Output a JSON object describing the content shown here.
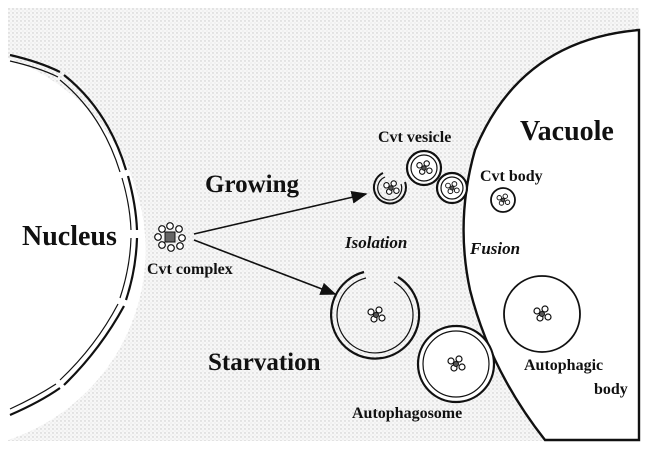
{
  "labels": {
    "nucleus": "Nucleus",
    "vacuole": "Vacuole",
    "growing": "Growing",
    "starvation": "Starvation",
    "cvt_complex": "Cvt complex",
    "cvt_vesicle": "Cvt vesicle",
    "cvt_body": "Cvt body",
    "isolation": "Isolation",
    "fusion": "Fusion",
    "autophagosome": "Autophagosome",
    "autophagic_body_line1": "Autophagic",
    "autophagic_body_line2": "body"
  }
}
